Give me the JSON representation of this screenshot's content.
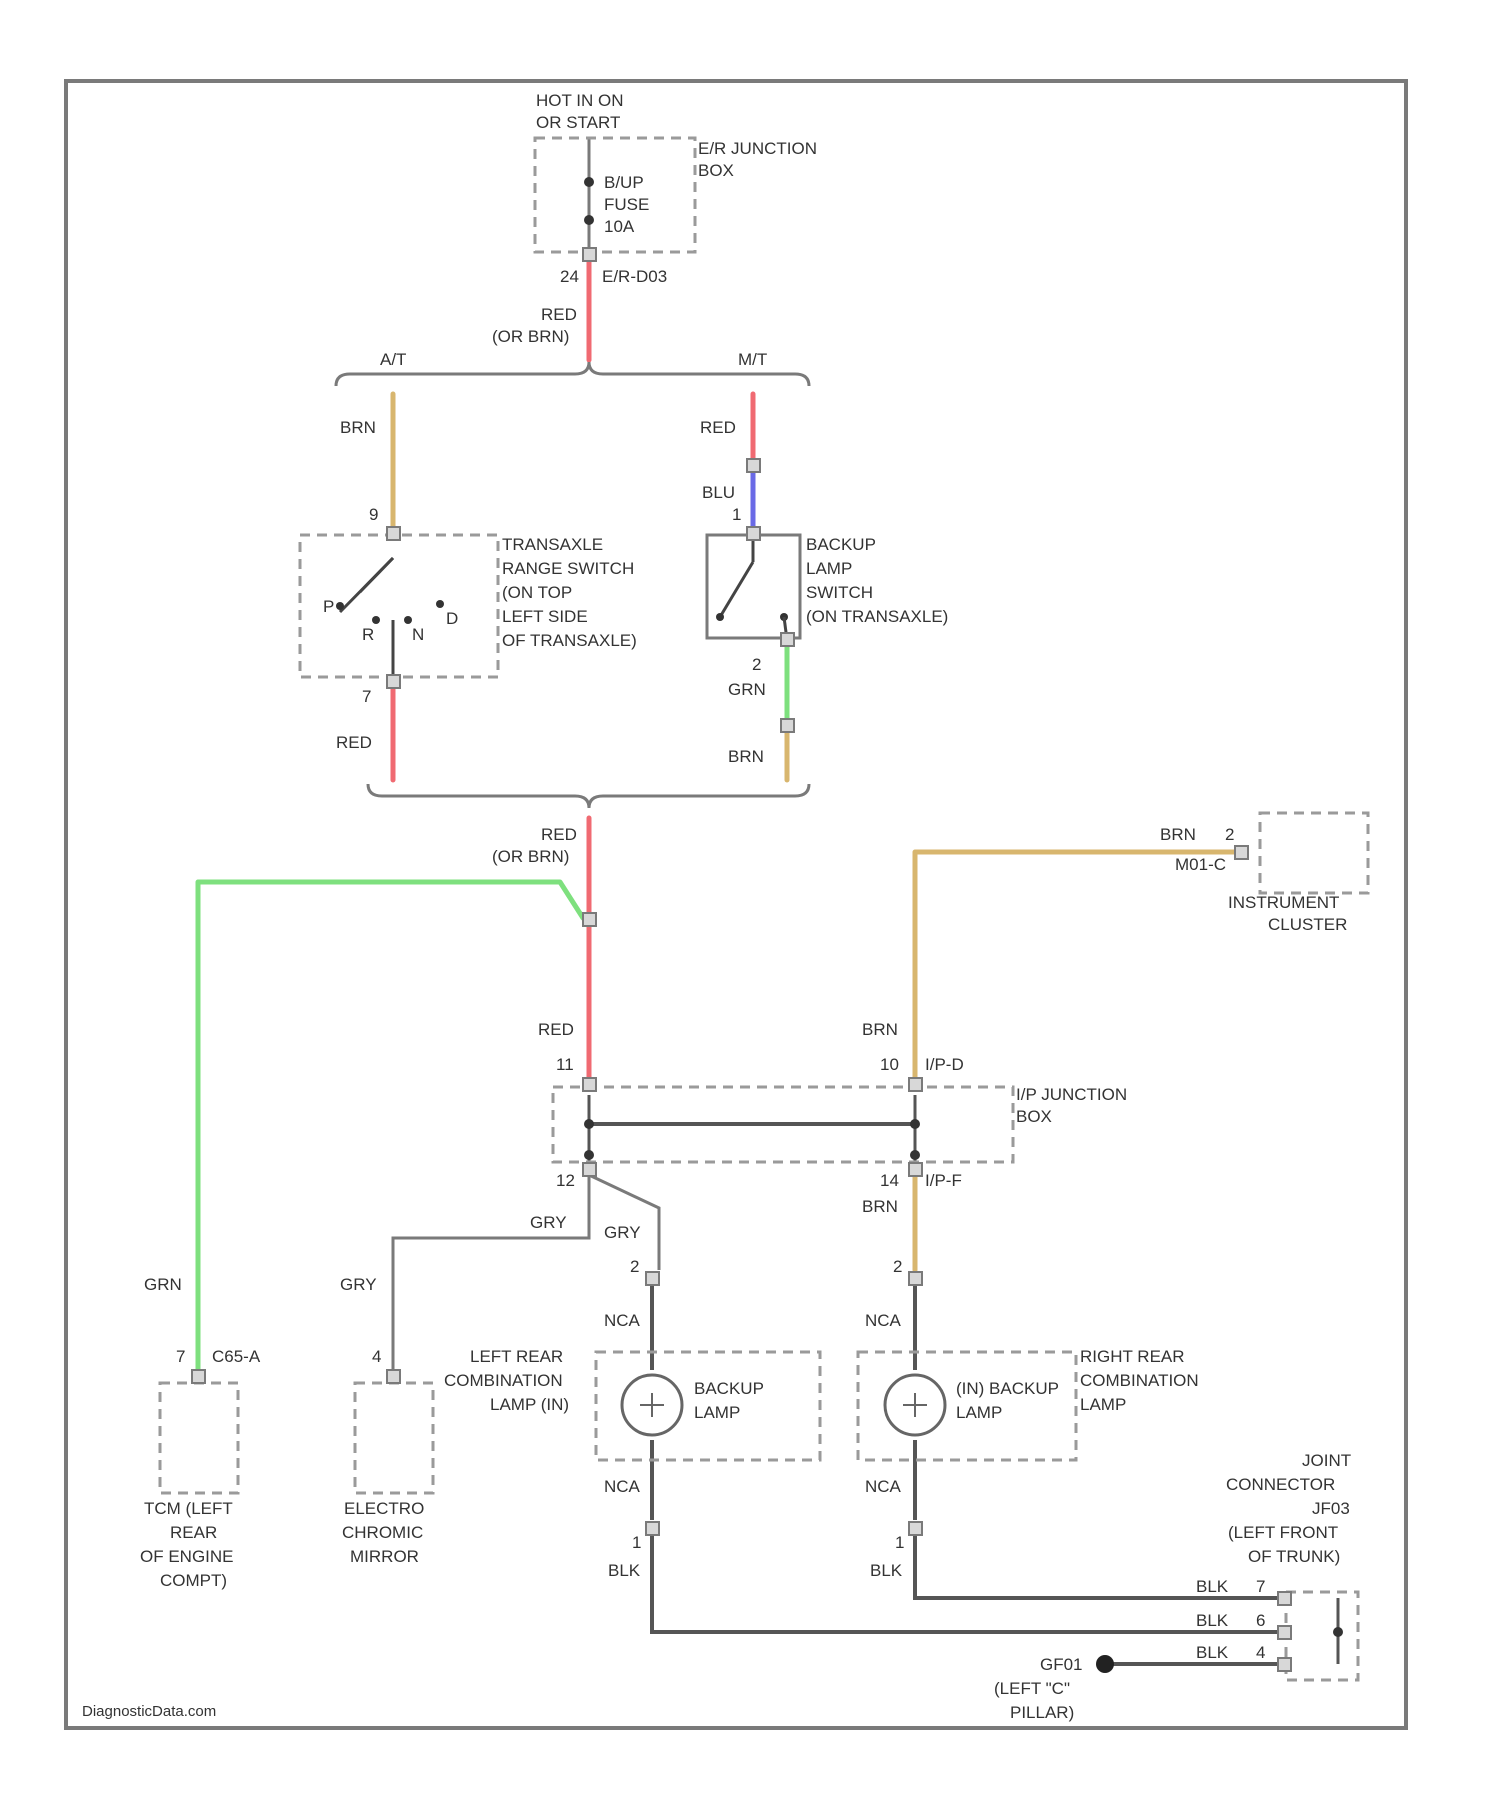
{
  "colors": {
    "red": "#f06a72",
    "brn": "#d8b66e",
    "blu": "#6a6ae6",
    "grn": "#7ee07e",
    "gry": "#a6a6a6",
    "blk": "#555555",
    "box": "#9a9a9a"
  },
  "labels": {
    "hot": [
      "HOT IN ON",
      "OR START"
    ],
    "er_junction": [
      "E/R JUNCTION",
      "BOX"
    ],
    "fuse": [
      "B/UP",
      "FUSE",
      "10A"
    ],
    "er_pin": "24",
    "er_conn": "E/R-D03",
    "red_or_brn_1": [
      "RED",
      "(OR BRN)"
    ],
    "at": "A/T",
    "mt": "M/T",
    "brn_at": "BRN",
    "red_mt": "RED",
    "blu_mt": "BLU",
    "range_pin_top": "9",
    "range_pin_bottom": "7",
    "range_p": "P",
    "range_r": "R",
    "range_n": "N",
    "range_d": "D",
    "range_switch": [
      "TRANSAXLE",
      "RANGE SWITCH",
      "(ON TOP",
      "LEFT SIDE",
      "OF TRANSAXLE)"
    ],
    "backup_pin_top": "1",
    "backup_pin_bottom": "2",
    "backup_switch": [
      "BACKUP",
      "LAMP",
      "SWITCH",
      "(ON TRANSAXLE)"
    ],
    "red_at_bottom": "RED",
    "grn_mt": "GRN",
    "brn_mt": "BRN",
    "red_or_brn_2": [
      "RED",
      "(OR BRN)"
    ],
    "cluster_wire": "BRN",
    "cluster_pin": "2",
    "cluster_conn": "M01-C",
    "cluster": [
      "INSTRUMENT",
      "CLUSTER"
    ],
    "red_main": "RED",
    "brn_main": "BRN",
    "ip_pin_left_top": "11",
    "ip_pin_right_top": "10",
    "ip_conn_top": "I/P-D",
    "ip_junction": [
      "I/P JUNCTION",
      "BOX"
    ],
    "ip_pin_left_bottom": "12",
    "ip_pin_right_bottom": "14",
    "ip_conn_bottom": "I/P-F",
    "gry_1": "GRY",
    "gry_2": "GRY",
    "gry_3": "GRY",
    "brn_lower": "BRN",
    "grn_left": "GRN",
    "tcm_pin": "7",
    "tcm_conn": "C65-A",
    "tcm": [
      "TCM (LEFT",
      "REAR",
      "OF ENGINE",
      "COMPT)"
    ],
    "mirror_pin": "4",
    "mirror": [
      "ELECTRO",
      "CHROMIC",
      "MIRROR"
    ],
    "lamp_l_pin_top": "2",
    "lamp_r_pin_top": "2",
    "nca_1": "NCA",
    "nca_2": "NCA",
    "nca_3": "NCA",
    "nca_4": "NCA",
    "left_rear": [
      "LEFT REAR",
      "COMBINATION",
      "LAMP (IN)"
    ],
    "backup_lamp_l": [
      "BACKUP",
      "LAMP"
    ],
    "backup_lamp_r": [
      "(IN) BACKUP",
      "LAMP"
    ],
    "right_rear": [
      "RIGHT REAR",
      "COMBINATION",
      "LAMP"
    ],
    "lamp_l_pin_bottom": "1",
    "lamp_r_pin_bottom": "1",
    "blk_l": "BLK",
    "blk_r": "BLK",
    "joint": [
      "JOINT",
      "CONNECTOR",
      "JF03",
      "(LEFT FRONT",
      "OF TRUNK)"
    ],
    "joint_blk_1": "BLK",
    "joint_blk_2": "BLK",
    "joint_blk_3": "BLK",
    "joint_pin_1": "7",
    "joint_pin_2": "6",
    "joint_pin_3": "4",
    "ground": [
      "GF01",
      "(LEFT \"C\"",
      "PILLAR)"
    ],
    "footer": "DiagnosticData.com"
  }
}
